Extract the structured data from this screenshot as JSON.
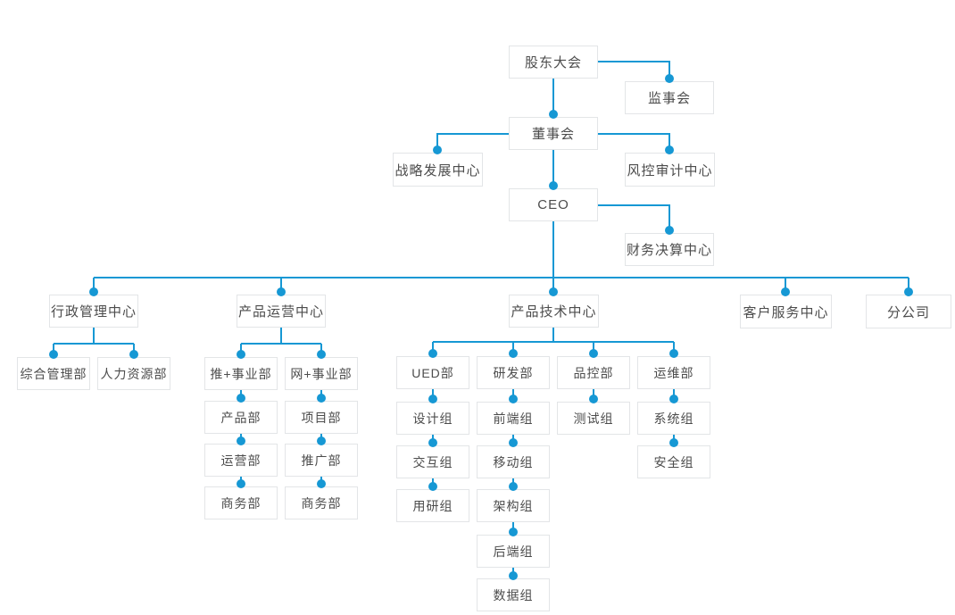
{
  "diagram": {
    "type": "org-chart",
    "governance": {
      "shareholders_meeting": "股东大会",
      "supervisory_board": "监事会",
      "board_of_directors": "董事会",
      "strategy_center": "战略发展中心",
      "risk_audit_center": "风控审计中心",
      "ceo": "CEO",
      "finance_center": "财务决算中心"
    },
    "centers": {
      "admin": "行政管理中心",
      "product_ops": "产品运营中心",
      "product_tech": "产品技术中心",
      "customer_service": "客户服务中心",
      "branch": "分公司"
    },
    "admin_departments": {
      "general_affairs": "综合管理部",
      "human_resources": "人力资源部"
    },
    "ops_divisions": {
      "tui_division": "推+事业部",
      "wang_division": "网+事业部",
      "tui_departments": [
        "产品部",
        "运营部",
        "商务部"
      ],
      "wang_departments": [
        "项目部",
        "推广部",
        "商务部"
      ]
    },
    "tech_departments": {
      "ued": "UED部",
      "rnd": "研发部",
      "quality": "品控部",
      "maintenance": "运维部",
      "ued_groups": [
        "设计组",
        "交互组",
        "用研组"
      ],
      "rnd_groups": [
        "前端组",
        "移动组",
        "架构组",
        "后端组",
        "数据组"
      ],
      "quality_groups": [
        "测试组"
      ],
      "maintenance_groups": [
        "系统组",
        "安全组"
      ]
    },
    "colors": {
      "connector": "#1698d4",
      "node_border": "#e3e5e7",
      "node_text": "#4c4c4c",
      "background": "#ffffff"
    }
  }
}
